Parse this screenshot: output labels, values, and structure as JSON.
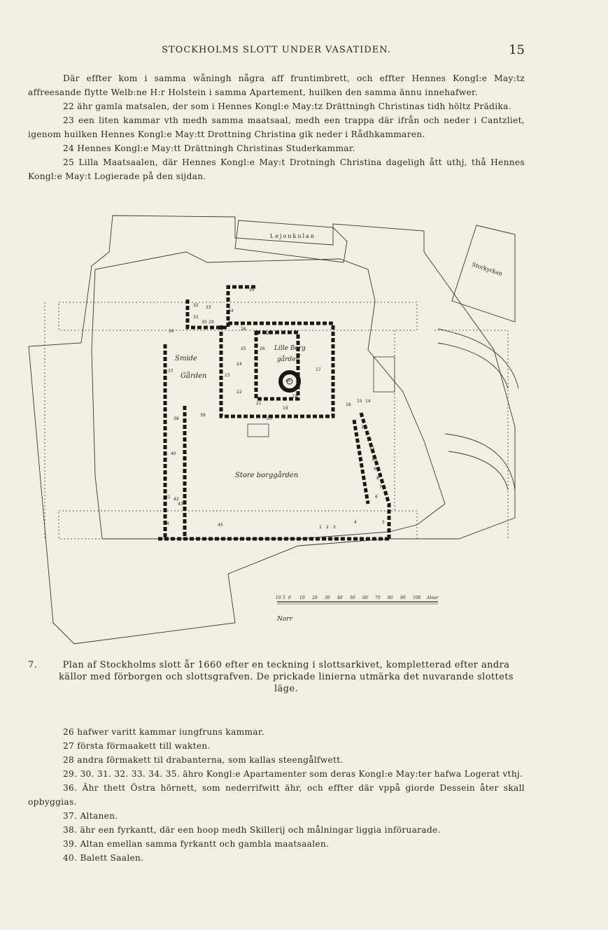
{
  "header": {
    "running_title": "STOCKHOLMS SLOTT UNDER VASATIDEN.",
    "page_number": "15"
  },
  "top_paragraphs": [
    "Där effter kom i samma wåningh några aff fruntimbrett, och effter Hennes Kongl:e May:tz affreesande flytte Welb:ne H:r Holstein i samma Apartement, huilken den samma ännu innehafwer.",
    "22 ähr gamla matsalen, der som i Hennes Kongl:e May:tz Drättningh Christinas tidh höltz Prädika.",
    "23 een liten kammar vth medh samma maatsaal, medh een trappa där ifrån och neder i Cantzliet, igenom huilken Hennes Kongl:e May:tt Drottning Christina gik neder i Rådhkammaren.",
    "24 Hennes Kongl:e May:tt Drättningh Christinas Studerkammar.",
    "25 Lilla Maatsaalen, där Hennes Kongl:e May:t Drotningh Christina dageligh ått uthj, thå Hennes Kongl:e May:t Logierade på den sijdan."
  ],
  "plan": {
    "labels": {
      "lejonkulan": "Lejonkulan",
      "storkyrkan": "Storkyrkan",
      "smide": "Smide",
      "garden": "Gården",
      "lille_borg": "Lille Borg",
      "gorden": "gården",
      "store_borg": "Store borggården",
      "norr": "Norr"
    },
    "room_numbers": [
      "35",
      "33",
      "34",
      "32",
      "31",
      "30",
      "29",
      "28",
      "27",
      "26",
      "25",
      "36",
      "24",
      "23",
      "22",
      "21",
      "20",
      "19",
      "18",
      "17",
      "16",
      "15",
      "14",
      "13",
      "12",
      "11",
      "10",
      "9",
      "8",
      "7",
      "6",
      "5",
      "4",
      "3",
      "2",
      "1",
      "37",
      "38",
      "39",
      "40",
      "41",
      "42",
      "43",
      "44",
      "45",
      "46"
    ],
    "scale_ticks": [
      "10",
      "5",
      "0",
      "10",
      "20",
      "30",
      "40",
      "50",
      "60",
      "70",
      "80",
      "90",
      "100",
      "Alnar"
    ]
  },
  "caption": {
    "number": "7.",
    "text": "Plan af Stockholms slott år 1660 efter en teckning i slottsarkivet, kompletterad efter andra källor med förborgen och slottsgrafven. De prickade linierna utmärka det nuvarande slottets läge."
  },
  "bottom_paragraphs": [
    "26 hafwer varitt kammar iungfruns kammar.",
    "27 första förmaakett till wakten.",
    "28 andra förmakett til drabanterna, som kallas steengålfwett.",
    "29. 30. 31. 32. 33. 34. 35. ähro Kongl:e Apartamenter som deras Kongl:e May:ter hafwa Logerat vthj.",
    "36. Ähr thett Östra hörnett, som nederrifwitt ähr, och effter där vppå giorde Dessein åter skall opbyggias.",
    "37. Altanen.",
    "38. ähr een fyrkantt, där een hoop medh Skillerij och målningar liggia införuarade.",
    "39. Altan emellan samma fyrkantt och gambla maatsaalen.",
    "40. Balett Saalen."
  ]
}
